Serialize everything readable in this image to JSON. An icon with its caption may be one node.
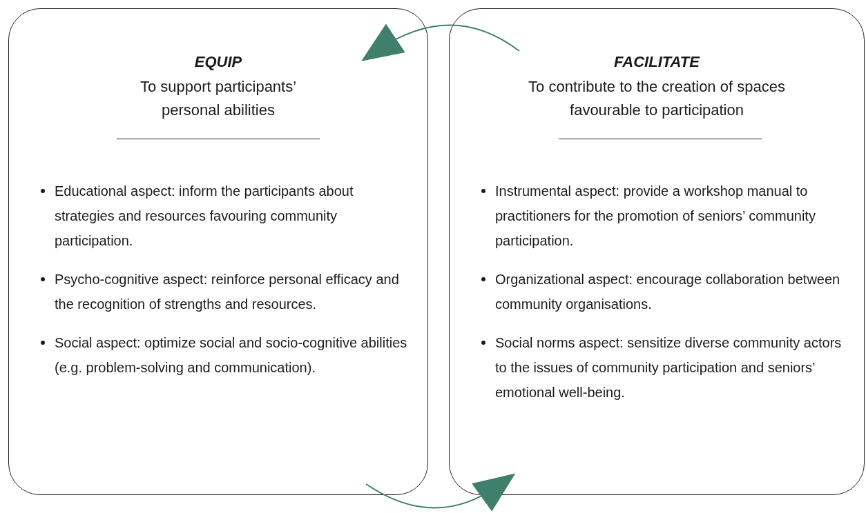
{
  "diagram": {
    "nodes": [
      {
        "text": [
          "EQUIP",
          "To support participants’ personal abilities",
          "Educational aspect: inform the participants about strategies and resources favouring community participation.",
          "Psycho-cognitive aspect: reinforce personal efficacy and the recognition of strengths and resources.",
          "Social aspect: optimize social and socio-cognitive abilities (e.g. problem-solving and communication)."
        ]
      },
      {
        "text": [
          "FACILITATE",
          "To contribute to the creation of spaces favourable to participation",
          "Instrumental aspect: provide a workshop manual to practitioners for the promotion of seniors’ community participation.",
          "Organizational aspect: encourage collaboration between community organisations.",
          "Social norms aspect: sensitize diverse community actors to the issues of community participation and seniors’ emotional well-being."
        ]
      }
    ],
    "edges": [
      {
        "from": 1,
        "to": 0,
        "arrow": "to"
      },
      {
        "from": 0,
        "to": 1,
        "arrow": "to"
      }
    ]
  }
}
